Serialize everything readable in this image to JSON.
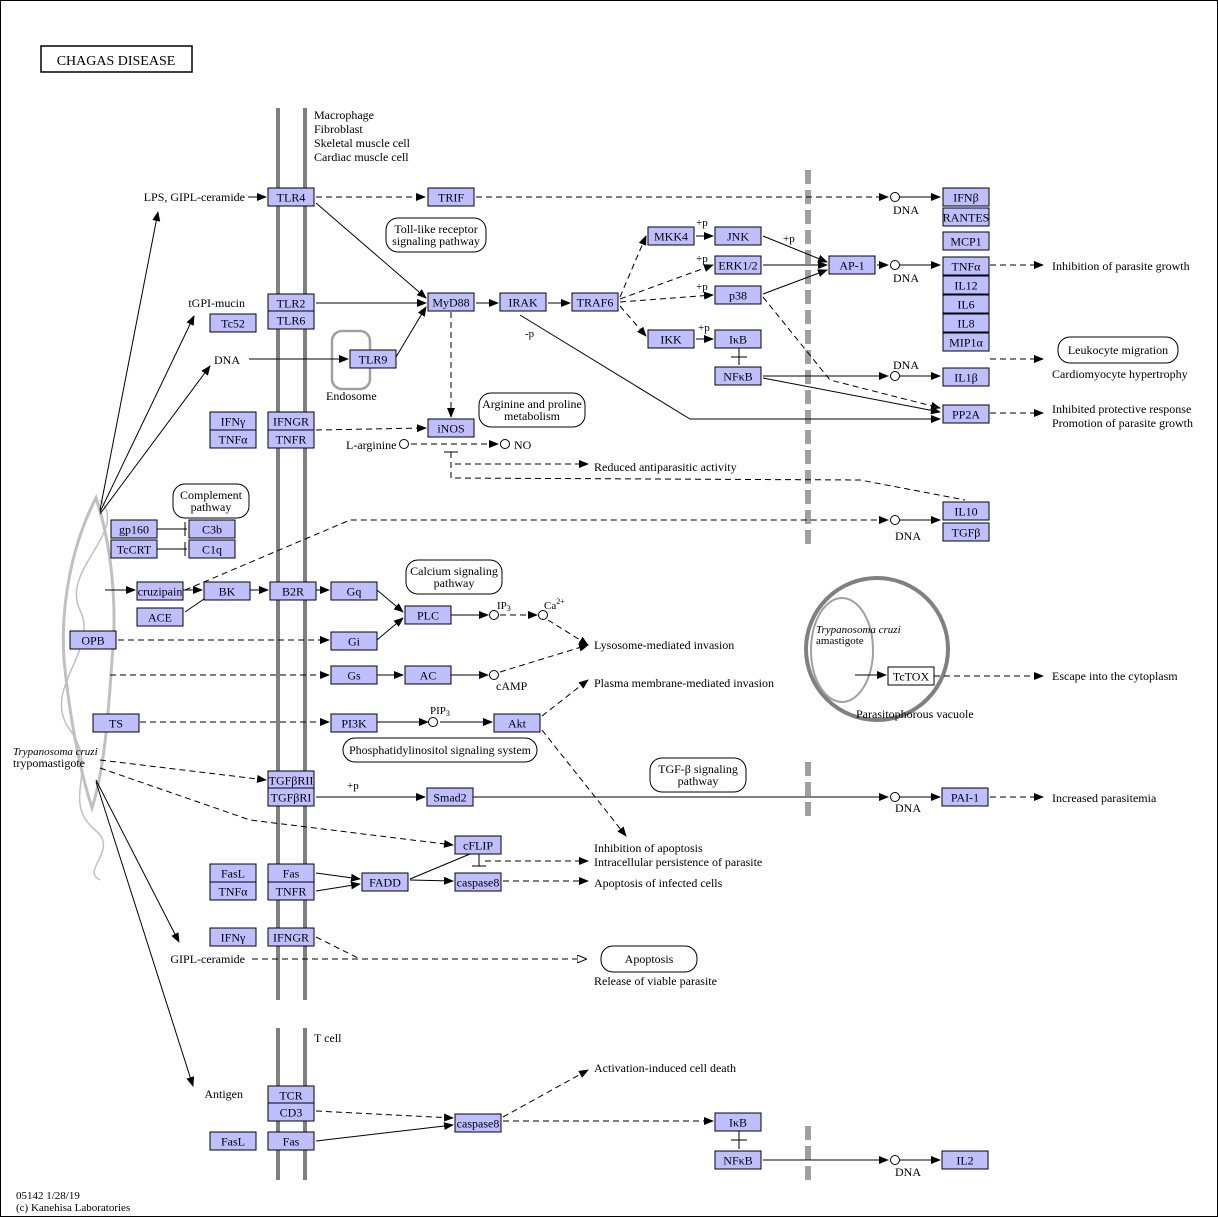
{
  "title": "CHAGAS DISEASE",
  "footer": {
    "map_id": "05142 1/28/19",
    "copyright": "(c) Kanehisa Laboratories"
  },
  "colors": {
    "gene_fill": "#bfbfff",
    "gene_stroke": "#000000",
    "membrane": "#808080",
    "compartment": "#a0a0a0"
  },
  "genes": {
    "tlr4": "TLR4",
    "trif": "TRIF",
    "ifnb": "IFNβ",
    "rantes": "RANTES",
    "mcp1": "MCP1",
    "tnfa_out": "TNFα",
    "il12": "IL12",
    "il6": "IL6",
    "il8": "IL8",
    "mip1a": "MIP1α",
    "mkk4": "MKK4",
    "jnk": "JNK",
    "erk": "ERK1/2",
    "p38": "p38",
    "ap1": "AP-1",
    "tlr2": "TLR2",
    "tlr6": "TLR6",
    "tc52": "Tc52",
    "myd88": "MyD88",
    "irak": "IRAK",
    "traf6": "TRAF6",
    "ikk": "IKK",
    "ikb": "IκB",
    "nfkb": "NFκB",
    "il1b": "IL1β",
    "tlr9": "TLR9",
    "ifng": "IFNγ",
    "ifngr": "IFNGR",
    "inos": "iNOS",
    "pp2a": "PP2A",
    "tnfa_in": "TNFα",
    "tnfr": "TNFR",
    "il10": "IL10",
    "tgfb": "TGFβ",
    "gp160": "gp160",
    "c3b": "C3b",
    "tccrt": "TcCRT",
    "c1q": "C1q",
    "cruzipain": "cruzipain",
    "bk": "BK",
    "b2r": "B2R",
    "gq": "Gq",
    "plc": "PLC",
    "ace": "ACE",
    "opb": "OPB",
    "gi": "Gi",
    "gs": "Gs",
    "ac": "AC",
    "ts": "TS",
    "pi3k": "PI3K",
    "akt": "Akt",
    "tctox": "TcTOX",
    "tgfbr2": "TGFβRII",
    "tgfbr1": "TGFβRI",
    "smad2": "Smad2",
    "pai1": "PAI-1",
    "cflip": "cFLIP",
    "fasl": "FasL",
    "fas": "Fas",
    "fadd": "FADD",
    "casp8": "caspase8",
    "tnfa2": "TNFα",
    "tnfr2": "TNFR",
    "ifng2": "IFNγ",
    "ifngr2": "IFNGR",
    "tcr": "TCR",
    "cd3": "CD3",
    "fasl3": "FasL",
    "fas3": "Fas",
    "casp8_t": "caspase8",
    "ikb_t": "IκB",
    "nfkb_t": "NFκB",
    "il2": "IL2"
  },
  "pathways": {
    "tlr": [
      "Toll-like receptor",
      "signaling pathway"
    ],
    "arginine": [
      "Arginine and proline",
      "metabolism"
    ],
    "complement": [
      "Complement",
      "pathway"
    ],
    "calcium": [
      "Calcium signaling",
      "pathway"
    ],
    "pi3k": [
      "Phosphatidylinositol signaling system"
    ],
    "tgfb": [
      "TGF-β signaling",
      "pathway"
    ],
    "leukocyte": [
      "Leukocyte migration"
    ],
    "apoptosis": [
      "Apoptosis"
    ]
  },
  "labels": {
    "cells_top": [
      "Macrophage",
      "Fibroblast",
      "Skeletal muscle cell",
      "Cardiac muscle cell"
    ],
    "lps": "LPS, GIPL-ceramide",
    "tgpi": "tGPI-mucin",
    "dna_left": "DNA",
    "endosome": "Endosome",
    "larginine": "L-arginine",
    "no": "NO",
    "dna": "DNA",
    "ip3": "IP3",
    "ca2": "Ca2+",
    "camp": "cAMP",
    "pip3": "PIP3",
    "plus_p": "+p",
    "minus_p": "-p",
    "tc_amastigote": [
      "Trypanosoma cruzi",
      "amastigote"
    ],
    "vacuole": "Parasitophorous vacuole",
    "tc_trypo": [
      "Trypanosoma cruzi",
      "trypomastigote"
    ],
    "gipl": "GIPL-ceramide",
    "antigen": "Antigen",
    "tcell": "T cell"
  },
  "outcomes": {
    "inhibition_growth": "Inhibition of parasite growth",
    "cardiomyocyte": "Cardiomyocyte hypertrophy",
    "inhibited_response": "Inhibited protective response",
    "promotion_growth": "Promotion of parasite growth",
    "reduced": "Reduced antiparasitic activity",
    "lysosome": "Lysosome-mediated invasion",
    "plasma": "Plasma membrane-mediated invasion",
    "escape": "Escape into the cytoplasm",
    "parasitemia": "Increased parasitemia",
    "inh_apoptosis": "Inhibition of apoptosis",
    "persistence": "Intracellular persistence of parasite",
    "apoptosis_infected": "Apoptosis of infected cells",
    "release": "Release of viable parasite",
    "aicd": "Activation-induced cell death"
  }
}
